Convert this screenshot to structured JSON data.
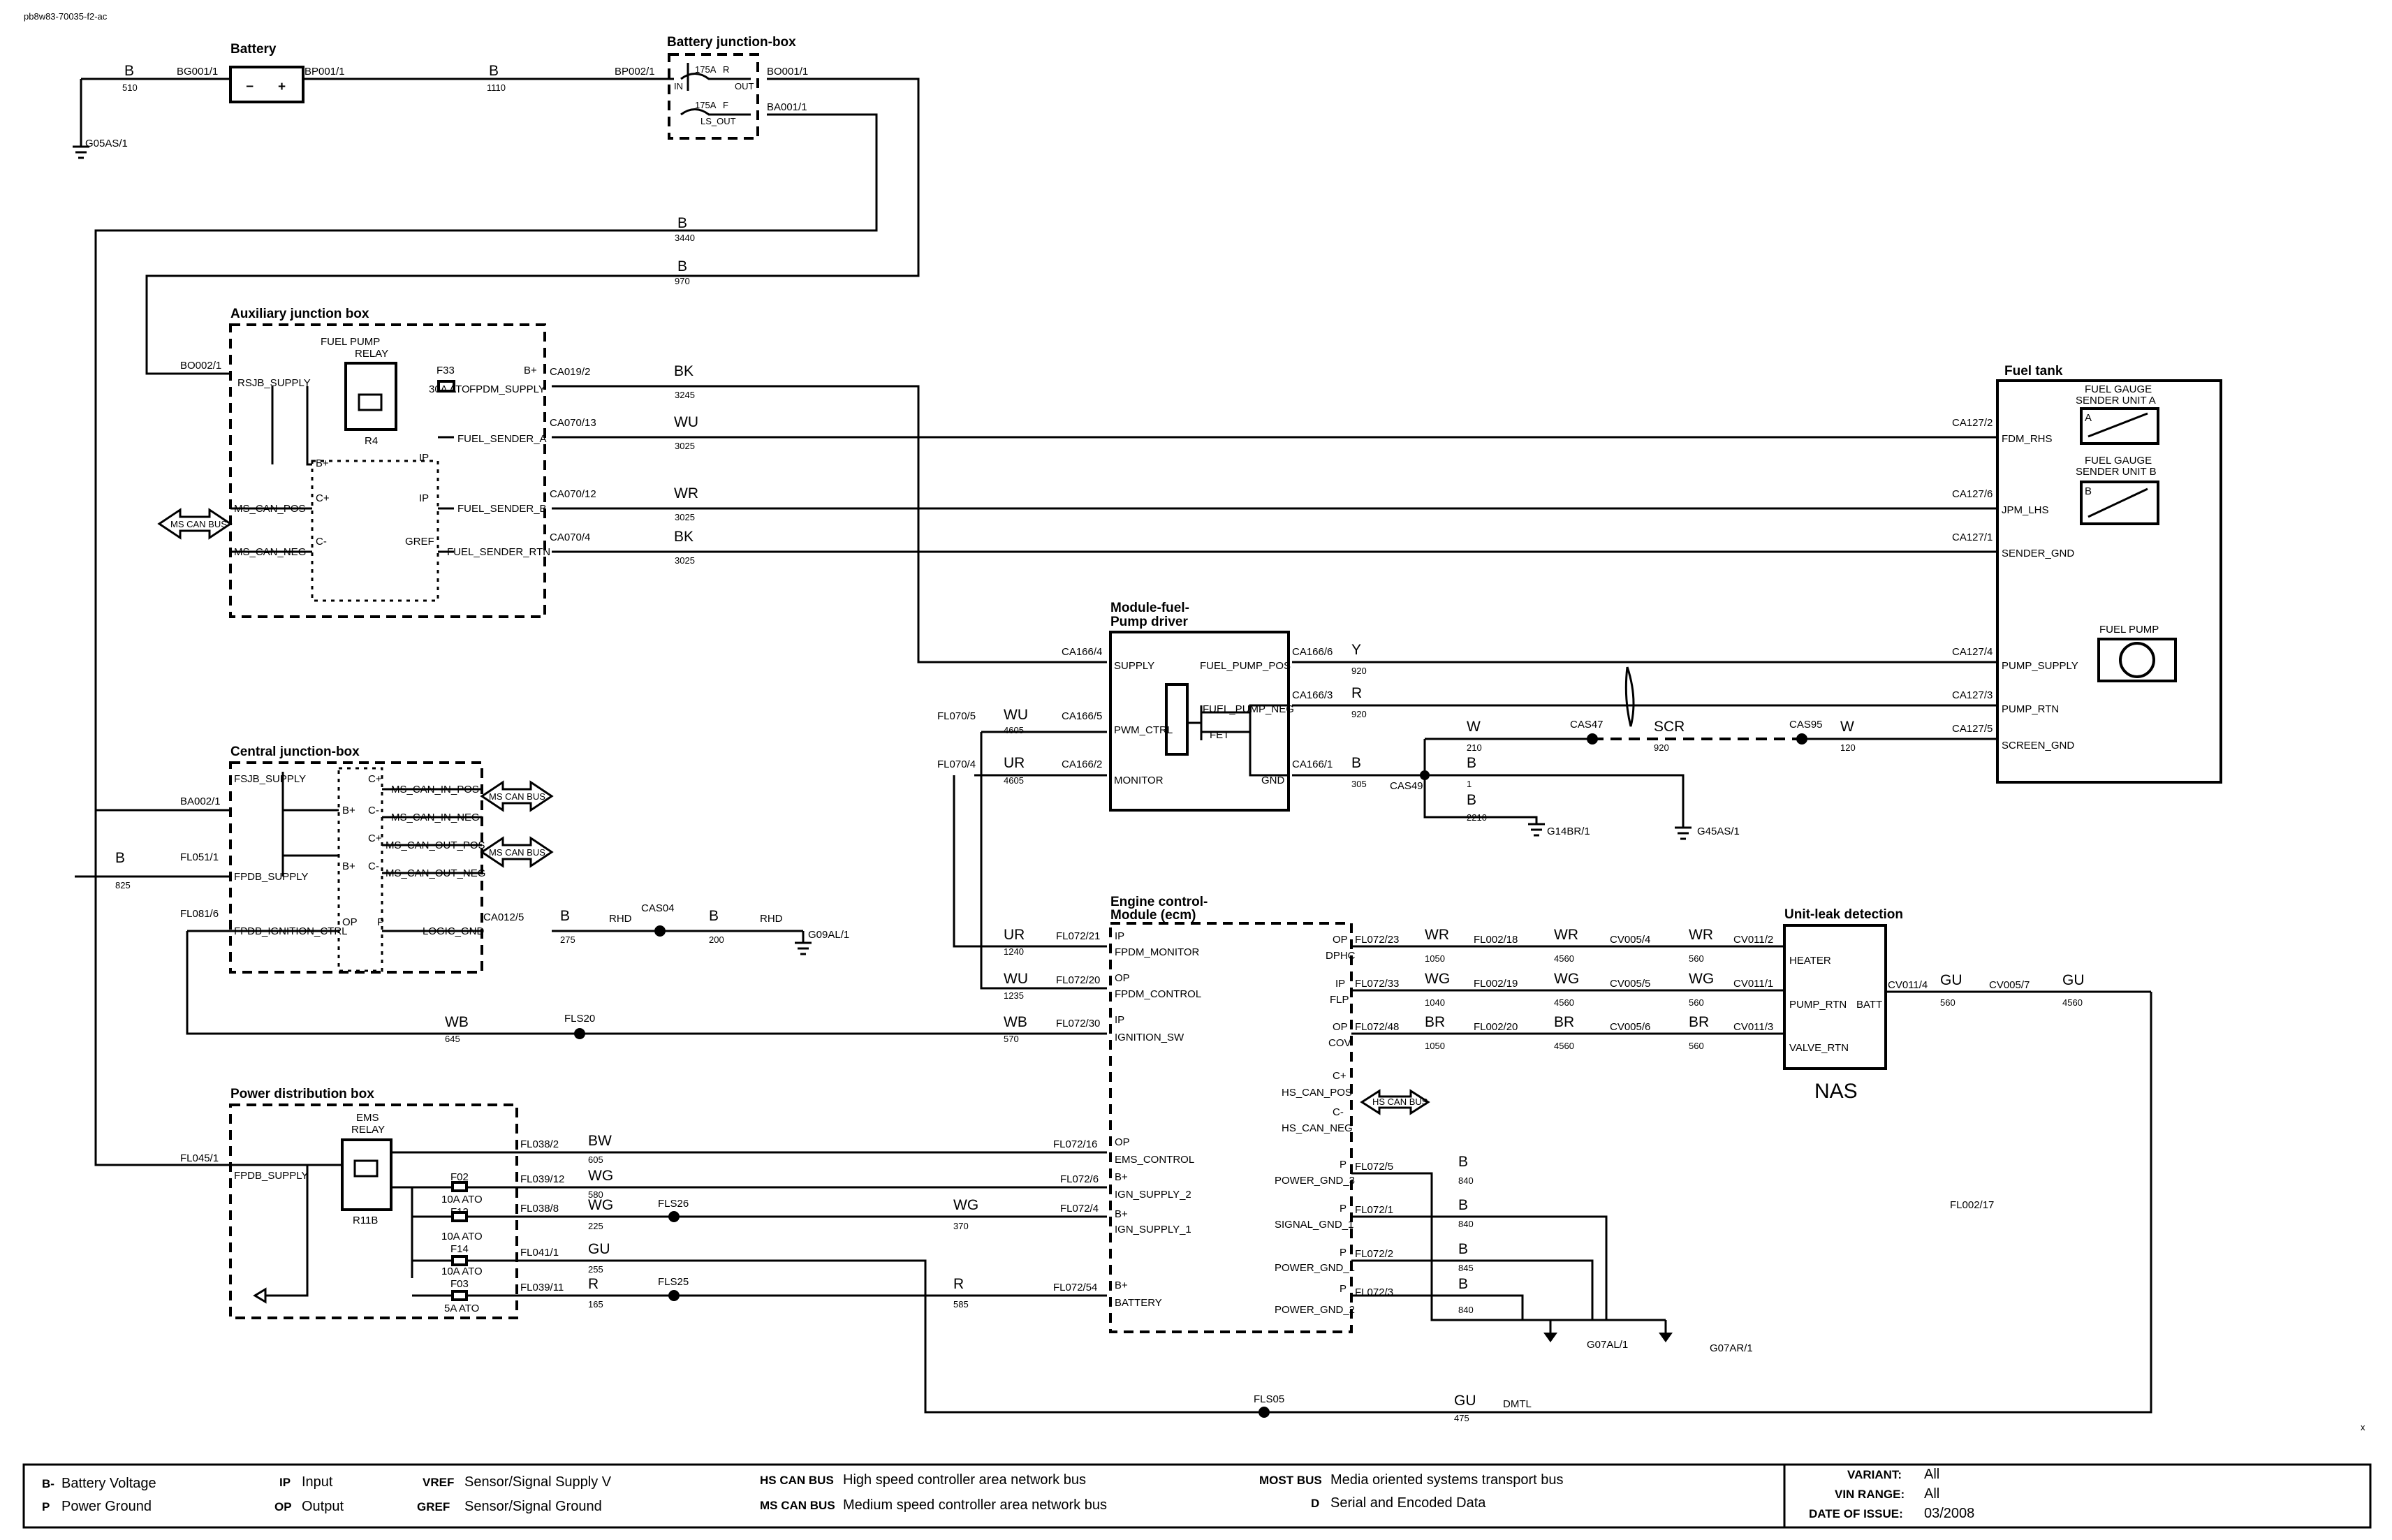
{
  "doc_id": "pb8w83-70035-f2-ac",
  "corner_mark": "x",
  "components": {
    "battery": "Battery",
    "battery_jbox": "Battery junction-box",
    "aux_jbox": "Auxiliary junction box",
    "fuel_pump_relay": "FUEL PUMP\nRELAY",
    "r4": "R4",
    "central_jbox": "Central junction-box",
    "power_dist": "Power distribution box",
    "ems_relay": "EMS\nRELAY",
    "r11b": "R11B",
    "fuel_tank": "Fuel tank",
    "sender_a": "FUEL GAUGE\nSENDER UNIT A",
    "sender_b": "FUEL GAUGE\nSENDER UNIT B",
    "fuel_pump": "FUEL PUMP",
    "fpdm": "Module-fuel-\nPump driver",
    "fet": "FET",
    "ecm": "Engine control-\nModule (ecm)",
    "unit_leak": "Unit-leak detection",
    "nas": "NAS"
  },
  "bus_labels": {
    "ms_can": "MS CAN BUS",
    "hs_can": "HS CAN BUS"
  },
  "wire_colors": {
    "battery_neg": "B",
    "battery_pos": "B",
    "b3440": "B",
    "b970": "B",
    "bk3245": "BK",
    "wu3025": "WU",
    "wr3025": "WR",
    "bk3025": "BK",
    "b825": "B",
    "b275": "B",
    "b200": "B",
    "y920": "Y",
    "r920": "R",
    "w210": "W",
    "scr": "SCR",
    "w120": "W",
    "b305": "B",
    "b1": "B",
    "b2210": "B",
    "wu4605": "WU",
    "ur4605": "UR",
    "ur1240": "UR",
    "wu1235": "WU",
    "wb645": "WB",
    "wb570": "WB",
    "bw605": "BW",
    "wg580": "WG",
    "wg225": "WG",
    "wg370": "WG",
    "gu255": "GU",
    "r165": "R",
    "r585": "R",
    "wr1050": "WR",
    "wr4560": "WR",
    "wr560": "WR",
    "wg1040": "WG",
    "wg4560": "WG",
    "wg560": "WG",
    "br1050": "BR",
    "br4560": "BR",
    "br560": "BR",
    "gu560": "GU",
    "gu4560": "GU",
    "gu475": "GU",
    "b840a": "B",
    "b840b": "B",
    "b845": "B",
    "b840c": "B"
  },
  "circuit_numbers": {
    "n510": "510",
    "n1110": "1110",
    "n3440": "3440",
    "n970": "970",
    "n3245": "3245",
    "n3025a": "3025",
    "n3025b": "3025",
    "n3025c": "3025",
    "n825": "825",
    "n275": "275",
    "n200": "200",
    "n920a": "920",
    "n920b": "920",
    "n210": "210",
    "n920c": "920",
    "n120": "120",
    "n305": "305",
    "n1": "1",
    "n2210": "2210",
    "n4605a": "4605",
    "n4605b": "4605",
    "n1240": "1240",
    "n1235": "1235",
    "n645": "645",
    "n570": "570",
    "n605": "605",
    "n580": "580",
    "n225": "225",
    "n370": "370",
    "n255": "255",
    "n165": "165",
    "n585": "585",
    "n1050a": "1050",
    "n4560a": "4560",
    "n560a": "560",
    "n1040": "1040",
    "n4560b": "4560",
    "n560b": "560",
    "n1050b": "1050",
    "n4560c": "4560",
    "n560c": "560",
    "n560d": "560",
    "n4560d": "4560",
    "n475": "475",
    "n840a": "840",
    "n840b": "840",
    "n845": "845",
    "n840c": "840"
  },
  "connectors": {
    "bg0011": "BG001/1",
    "bp0011": "BP001/1",
    "bp0021": "BP002/1",
    "bo0011": "BO001/1",
    "ba0011": "BA001/1",
    "g05as1": "G05AS/1",
    "bo0021": "BO002/1",
    "ca0192": "CA019/2",
    "ca07013": "CA070/13",
    "ca07012": "CA070/12",
    "ca0704": "CA070/4",
    "ca1272": "CA127/2",
    "ca1276": "CA127/6",
    "ca1271": "CA127/1",
    "ca1274": "CA127/4",
    "ca1273": "CA127/3",
    "ca1275": "CA127/5",
    "ba0021": "BA002/1",
    "fl0511": "FL051/1",
    "fl0816": "FL081/6",
    "ca0125": "CA012/5",
    "cas04": "CAS04",
    "g09al1": "G09AL/1",
    "ca1664": "CA166/4",
    "ca1665": "CA166/5",
    "ca1662": "CA166/2",
    "ca1666": "CA166/6",
    "ca1663": "CA166/3",
    "ca1661": "CA166/1",
    "fl0705": "FL070/5",
    "fl0704": "FL070/4",
    "cas47": "CAS47",
    "cas95": "CAS95",
    "cas49": "CAS49",
    "g14br1": "G14BR/1",
    "g45as1": "G45AS/1",
    "fl07221": "FL072/21",
    "fl07220": "FL072/20",
    "fl07230": "FL072/30",
    "fls20": "FLS20",
    "fl0451": "FL045/1",
    "fl0382": "FL038/2",
    "fl03912": "FL039/12",
    "fl0388": "FL038/8",
    "fl0411": "FL041/1",
    "fl03911": "FL039/11",
    "fls26": "FLS26",
    "fls25": "FLS25",
    "fl07216": "FL072/16",
    "fl0726": "FL072/6",
    "fl0724": "FL072/4",
    "fl07254": "FL072/54",
    "fl07223": "FL072/23",
    "fl07233": "FL072/33",
    "fl07248": "FL072/48",
    "fl00218": "FL002/18",
    "fl00219": "FL002/19",
    "fl00220": "FL002/20",
    "cv0054": "CV005/4",
    "cv0055": "CV005/5",
    "cv0056": "CV005/6",
    "cv0112": "CV011/2",
    "cv0111": "CV011/1",
    "cv0113": "CV011/3",
    "cv0114": "CV011/4",
    "cv0057": "CV005/7",
    "fl0725": "FL072/5",
    "fl0721": "FL072/1",
    "fl0722": "FL072/2",
    "fl0723": "FL072/3",
    "g07al1": "G07AL/1",
    "g07ar1": "G07AR/1",
    "fl00217": "FL002/17",
    "fls05": "FLS05",
    "dmtl": "DMTL"
  },
  "pins": {
    "in": "IN",
    "out": "OUT",
    "ls_out": "LS_OUT",
    "f175r": "175A",
    "r": "R",
    "f175f": "175A",
    "f": "F",
    "rsjb_supply": "RSJB_SUPPLY",
    "f33": "F33",
    "f33r": "30A ATO",
    "bplus": "B+",
    "fpdm_supply": "FPDM_SUPPLY",
    "b_plus2": "B+",
    "ip1": "IP",
    "fuel_sender_a": "FUEL_SENDER_A",
    "c_plus": "C+",
    "ip2": "IP",
    "fuel_sender_b": "FUEL_SENDER_B",
    "ms_can_pos": "MS_CAN_POS",
    "c_minus": "C-",
    "gref": "GREF",
    "fuel_sender_rtn": "FUEL_SENDER_RTN",
    "ms_can_neg": "MS_CAN_NEG",
    "fdm_rhs": "FDM_RHS",
    "jpm_lhs": "JPM_LHS",
    "sender_gnd": "SENDER_GND",
    "pump_supply": "PUMP_SUPPLY",
    "pump_rtn": "PUMP_RTN",
    "screen_gnd": "SCREEN_GND",
    "a": "A",
    "b": "B",
    "fsjb_supply": "FSJB_SUPPLY",
    "fpdb_supply": "FPDB_SUPPLY",
    "fpdb_ign": "FPDB_IGNITION_CTRL",
    "bplus_c1": "B+",
    "bplus_c2": "B+",
    "op_c": "OP",
    "cplus_c1": "C+",
    "ms_can_in_pos": "MS_CAN_IN_POS",
    "cminus_c1": "C-",
    "ms_can_in_neg": "MS_CAN_IN_NEG",
    "cplus_c2": "C+",
    "ms_can_out_pos": "MS_CAN_OUT_POS",
    "cminus_c2": "C-",
    "ms_can_out_neg": "MS_CAN_OUT_NEG",
    "p_c": "P",
    "logic_gnd": "LOGIC_GND",
    "rhd1": "RHD",
    "rhd2": "RHD",
    "supply": "SUPPLY",
    "pwm_ctrl": "PWM_CTRL",
    "monitor": "MONITOR",
    "fuel_pump_pos": "FUEL_PUMP_POS",
    "fuel_pump_neg": "FUEL_PUMP_NEG",
    "gnd": "GND",
    "ip_e1": "IP",
    "fpdm_monitor": "FPDM_MONITOR",
    "op_e1": "OP",
    "fpdm_control": "FPDM_CONTROL",
    "ip_e2": "IP",
    "ignition_sw": "IGNITION_SW",
    "op_e2": "OP",
    "ems_control": "EMS_CONTROL",
    "bplus_e1": "B+",
    "ign_supply_2": "IGN_SUPPLY_2",
    "bplus_e2": "B+",
    "ign_supply_1": "IGN_SUPPLY_1",
    "bplus_e3": "B+",
    "battery": "BATTERY",
    "op_d1": "OP",
    "dphc": "DPHC",
    "ip_d2": "IP",
    "flp": "FLP",
    "op_d3": "OP",
    "cov": "COV",
    "cplus_e": "C+",
    "hs_can_pos": "HS_CAN_POS",
    "cminus_e": "C-",
    "hs_can_neg": "HS_CAN_NEG",
    "p1": "P",
    "power_gnd_3": "POWER_GND_3",
    "p2": "P",
    "signal_gnd_1": "SIGNAL_GND_1",
    "p3": "P",
    "power_gnd_1": "POWER_GND_1",
    "p4": "P",
    "power_gnd_2": "POWER_GND_2",
    "heater": "HEATER",
    "pump_rtn_n": "PUMP_RTN",
    "valve_rtn": "VALVE_RTN",
    "batt": "BATT",
    "fpdb_supply2": "FPDB_SUPPLY",
    "f02": "F02",
    "f02r": "10A ATO",
    "f12": "F12",
    "f12r": "10A ATO",
    "f14": "F14",
    "f14r": "10A ATO",
    "f03": "F03",
    "f03r": "5A ATO"
  },
  "legend": {
    "b_minus_code": "B-",
    "b_minus": "Battery Voltage",
    "p_code": "P",
    "p": "Power Ground",
    "ip_code": "IP",
    "ip": "Input",
    "op_code": "OP",
    "op": "Output",
    "vref_code": "VREF",
    "vref": "Sensor/Signal Supply V",
    "gref_code": "GREF",
    "gref": "Sensor/Signal Ground",
    "hs_code": "HS CAN BUS",
    "hs": "High speed controller area network bus",
    "ms_code": "MS CAN BUS",
    "ms": "Medium speed controller area network bus",
    "most_code": "MOST BUS",
    "most": "Media oriented systems transport bus",
    "d_code": "D",
    "d": "Serial and Encoded Data",
    "variant_label": "VARIANT:",
    "variant": "All",
    "vin_label": "VIN RANGE:",
    "vin": "All",
    "issue_label": "DATE OF ISSUE:",
    "issue": "03/2008"
  }
}
